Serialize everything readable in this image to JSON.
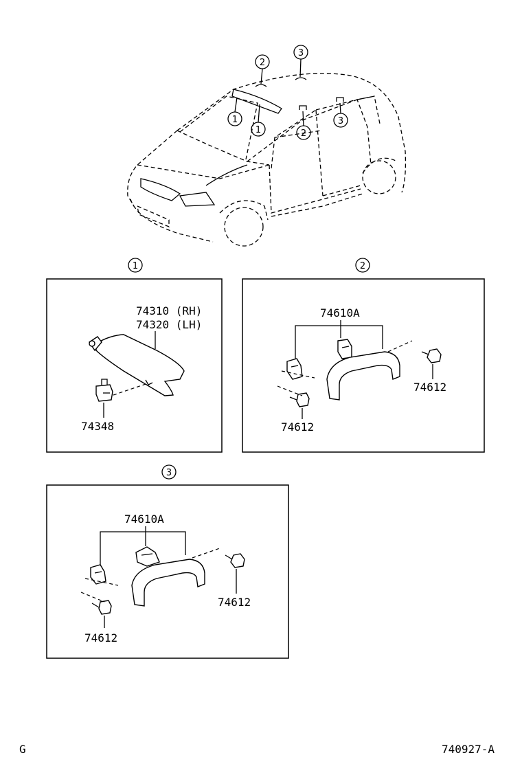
{
  "callouts": {
    "one": "1",
    "two": "2",
    "three": "3"
  },
  "panel1": {
    "label_rh": "74310 (RH)",
    "label_lh": "74320 (LH)",
    "label_clip": "74348"
  },
  "panel2": {
    "label_grip": "74610A",
    "label_screw_right": "74612",
    "label_screw_left": "74612"
  },
  "panel3": {
    "label_grip": "74610A",
    "label_screw_right": "74612",
    "label_screw_left": "74612"
  },
  "footer": {
    "left": "G",
    "right": "740927-A"
  }
}
